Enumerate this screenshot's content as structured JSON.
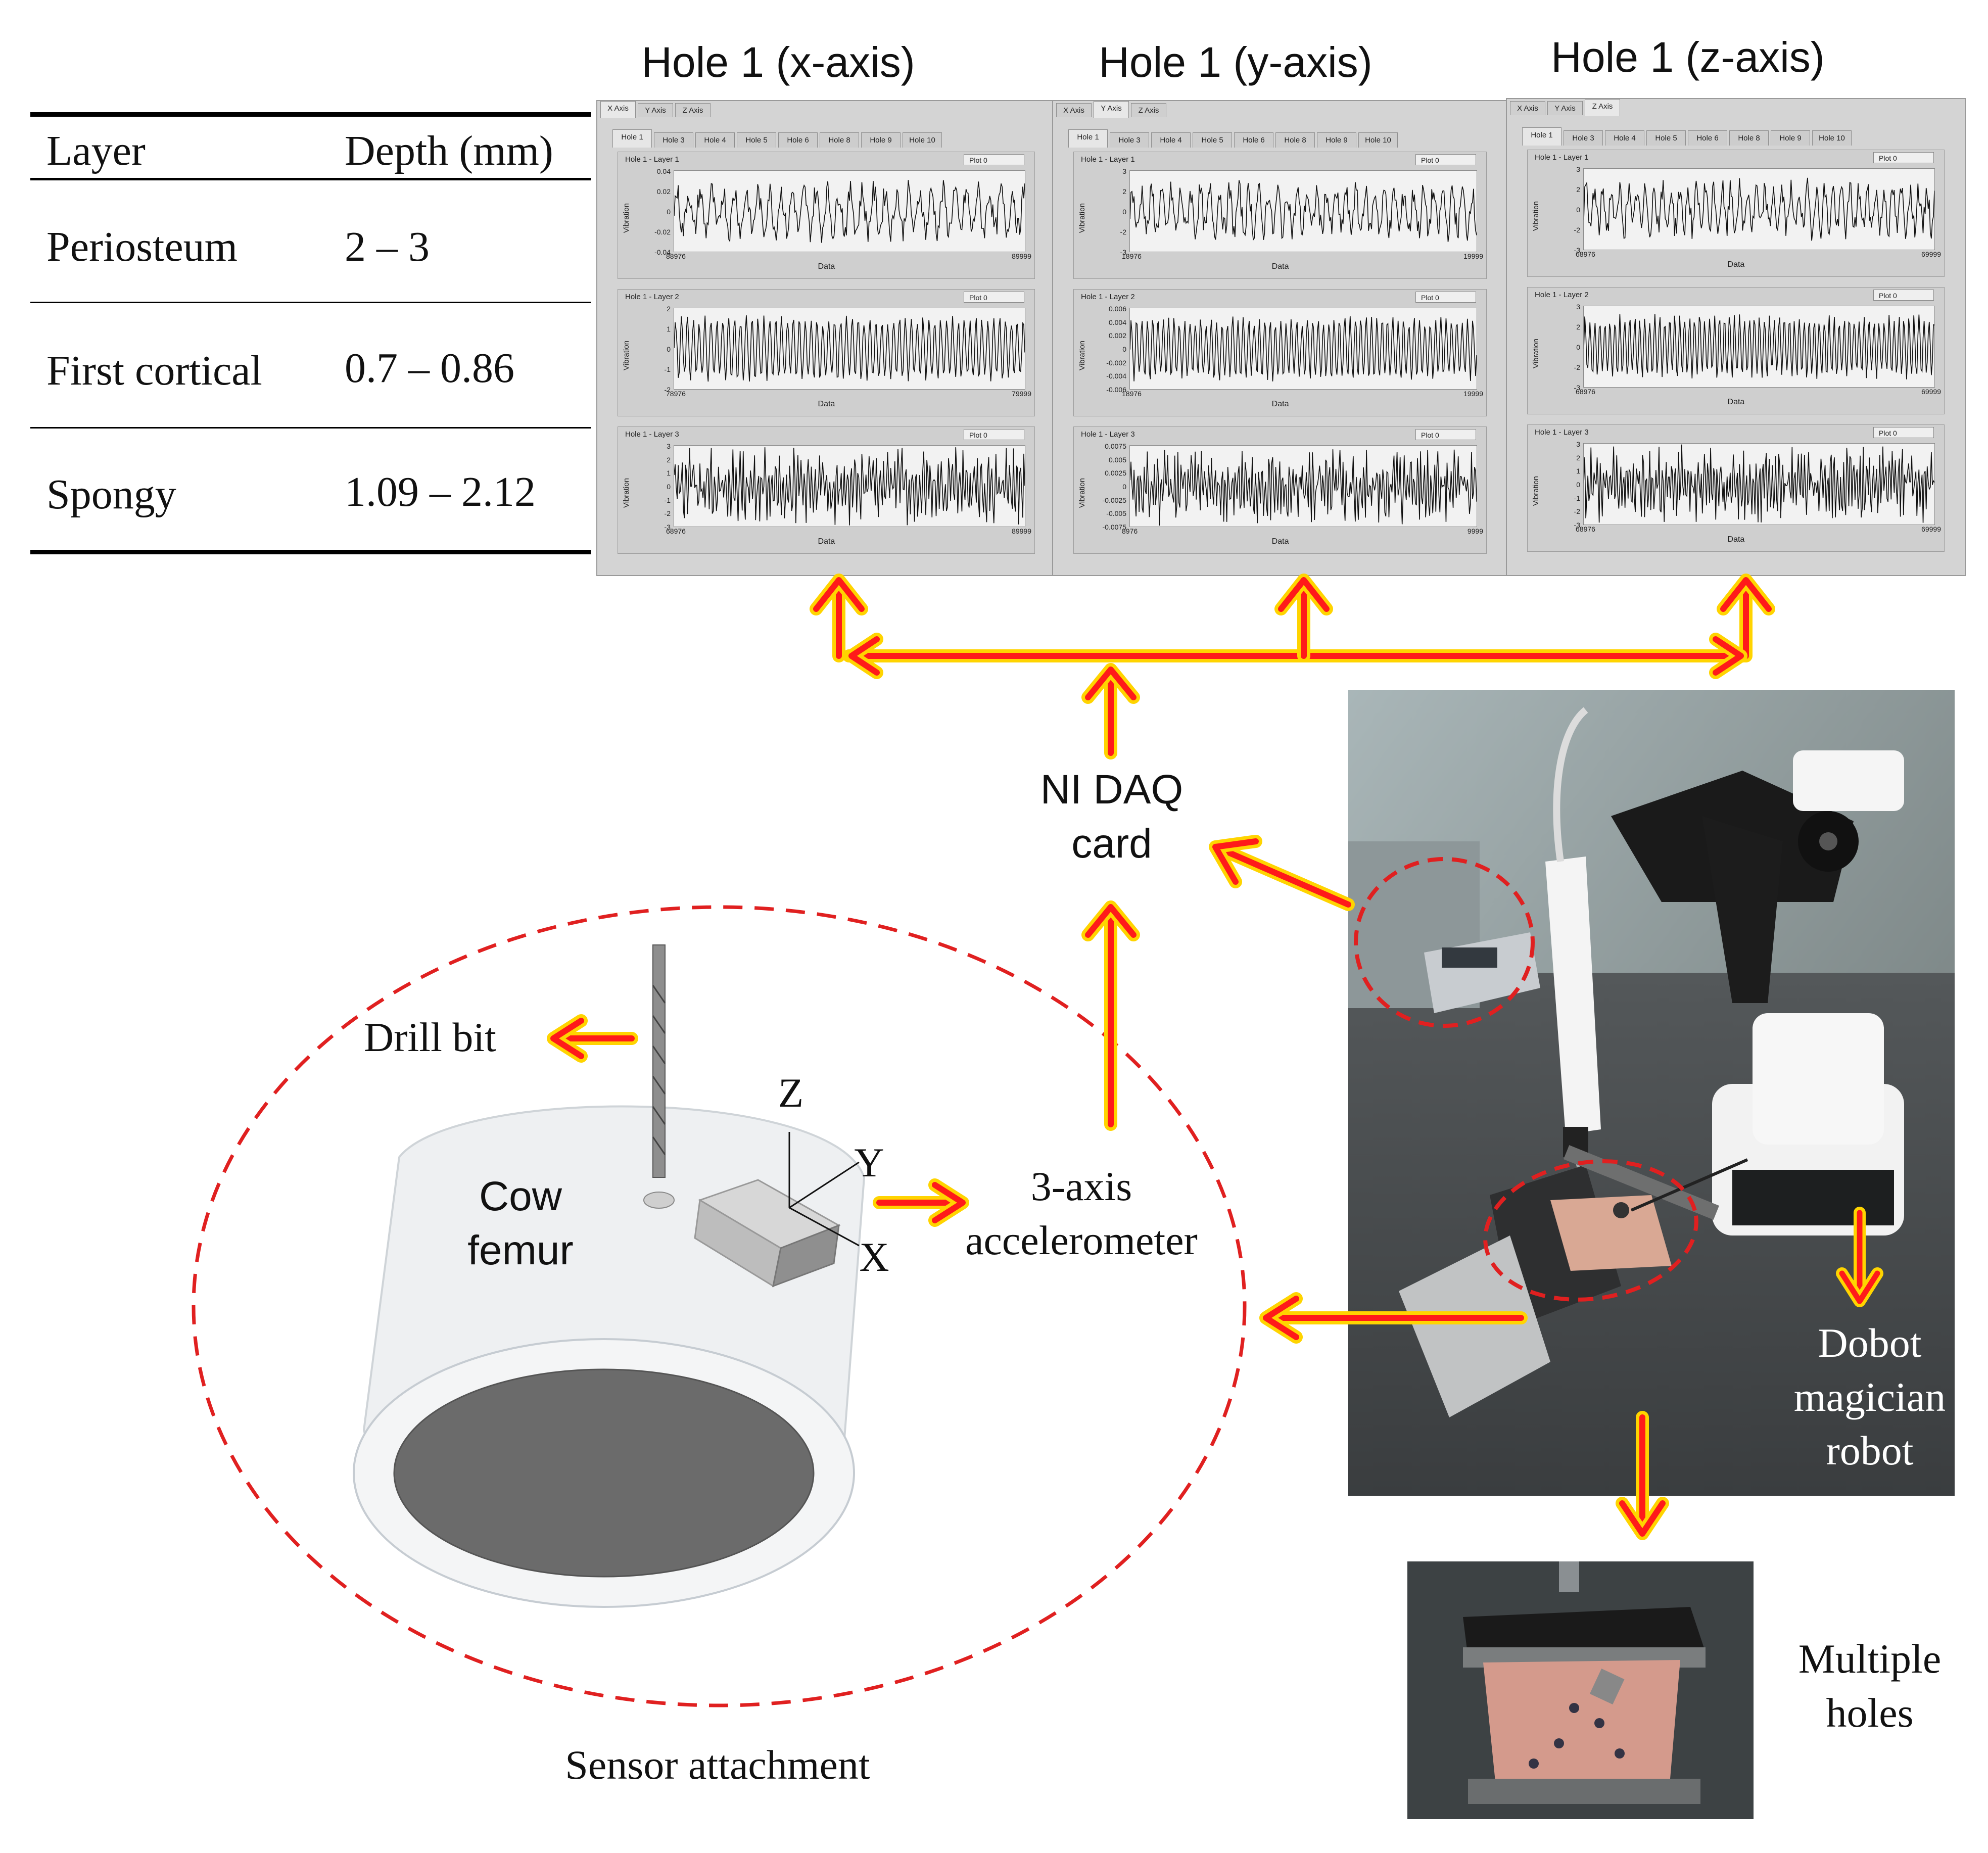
{
  "table": {
    "headers": [
      "Layer",
      "Depth (mm)"
    ],
    "rows": [
      {
        "layer": "Periosteum",
        "depth": "2 – 3"
      },
      {
        "layer": "First cortical",
        "depth": "0.7 – 0.86"
      },
      {
        "layer": "Spongy",
        "depth": "1.09 – 2.12"
      }
    ]
  },
  "panels": [
    {
      "title": "Hole 1 (x-axis)",
      "axis_tabs": [
        "X Axis",
        "Y Axis",
        "Z Axis"
      ],
      "active_axis": 0,
      "hole_tabs": [
        "Hole 1",
        "Hole 3",
        "Hole 4",
        "Hole 5",
        "Hole 6",
        "Hole 8",
        "Hole 9",
        "Hole 10"
      ],
      "plots": [
        {
          "title": "Hole 1 - Layer 1",
          "legend": "Plot 0",
          "yticks": [
            "0.04",
            "0.02",
            "0",
            "-0.02",
            "-0.04"
          ],
          "xmin": "88976",
          "xmax": "89999",
          "ylabel": "Vibration",
          "xlabel": "Data"
        },
        {
          "title": "Hole 1 - Layer 2",
          "legend": "Plot 0",
          "yticks": [
            "2",
            "1",
            "0",
            "-1",
            "-2"
          ],
          "xmin": "78976",
          "xmax": "79999",
          "ylabel": "Vibration",
          "xlabel": "Data"
        },
        {
          "title": "Hole 1 - Layer 3",
          "legend": "Plot 0",
          "yticks": [
            "3",
            "2",
            "1",
            "0",
            "-1",
            "-2",
            "-3"
          ],
          "xmin": "68976",
          "xmax": "89999",
          "ylabel": "Vibration",
          "xlabel": "Data"
        }
      ]
    },
    {
      "title": "Hole 1 (y-axis)",
      "axis_tabs": [
        "X Axis",
        "Y Axis",
        "Z Axis"
      ],
      "active_axis": 1,
      "hole_tabs": [
        "Hole 1",
        "Hole 3",
        "Hole 4",
        "Hole 5",
        "Hole 6",
        "Hole 8",
        "Hole 9",
        "Hole 10"
      ],
      "plots": [
        {
          "title": "Hole 1 - Layer 1",
          "legend": "Plot 0",
          "yticks": [
            "3",
            "2",
            "0",
            "-2",
            "-3"
          ],
          "xmin": "18976",
          "xmax": "19999",
          "ylabel": "Vibration",
          "xlabel": "Data"
        },
        {
          "title": "Hole 1 - Layer 2",
          "legend": "Plot 0",
          "yticks": [
            "0.006",
            "0.004",
            "0.002",
            "0",
            "-0.002",
            "-0.004",
            "-0.006"
          ],
          "xmin": "18976",
          "xmax": "19999",
          "ylabel": "Vibration",
          "xlabel": "Data"
        },
        {
          "title": "Hole 1 - Layer 3",
          "legend": "Plot 0",
          "yticks": [
            "0.0075",
            "0.005",
            "0.0025",
            "0",
            "-0.0025",
            "-0.005",
            "-0.0075"
          ],
          "xmin": "8976",
          "xmax": "9999",
          "ylabel": "Vibration",
          "xlabel": "Data"
        }
      ]
    },
    {
      "title": "Hole 1 (z-axis)",
      "axis_tabs": [
        "X Axis",
        "Y Axis",
        "Z Axis"
      ],
      "active_axis": 2,
      "hole_tabs": [
        "Hole 1",
        "Hole 3",
        "Hole 4",
        "Hole 5",
        "Hole 6",
        "Hole 8",
        "Hole 9",
        "Hole 10"
      ],
      "plots": [
        {
          "title": "Hole 1 - Layer 1",
          "legend": "Plot 0",
          "yticks": [
            "3",
            "2",
            "0",
            "-2",
            "-3"
          ],
          "xmin": "68976",
          "xmax": "69999",
          "ylabel": "Vibration",
          "xlabel": "Data"
        },
        {
          "title": "Hole 1 - Layer 2",
          "legend": "Plot 0",
          "yticks": [
            "3",
            "2",
            "0",
            "-2",
            "-3"
          ],
          "xmin": "68976",
          "xmax": "69999",
          "ylabel": "Vibration",
          "xlabel": "Data"
        },
        {
          "title": "Hole 1 - Layer 3",
          "legend": "Plot 0",
          "yticks": [
            "3",
            "2",
            "1",
            "0",
            "-1",
            "-2",
            "-3"
          ],
          "xmin": "68976",
          "xmax": "69999",
          "ylabel": "Vibration",
          "xlabel": "Data"
        }
      ]
    }
  ],
  "labels": {
    "daq_line1": "NI DAQ",
    "daq_line2": "card",
    "drill_bit": "Drill bit",
    "cow_line1": "Cow",
    "cow_line2": "femur",
    "axis_z": "Z",
    "axis_y": "Y",
    "axis_x": "X",
    "accel_line1": "3-axis",
    "accel_line2": "accelerometer",
    "robot_line1": "Dobot",
    "robot_line2": "magician",
    "robot_line3": "robot",
    "holes_line1": "Multiple",
    "holes_line2": "holes",
    "sensor_attachment": "Sensor attachment"
  },
  "colors": {
    "arrow_fill": "#ff1a1a",
    "arrow_outline": "#ffd400",
    "dashed_ellipse": "#e02020"
  }
}
